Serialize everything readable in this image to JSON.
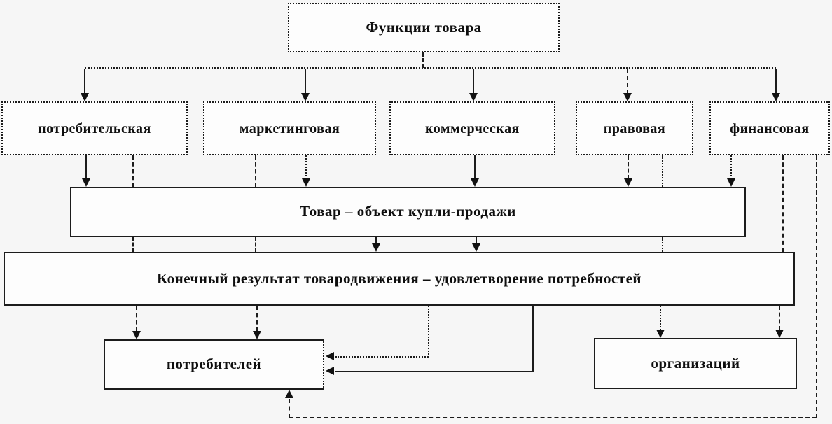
{
  "diagram": {
    "nodes": {
      "title": "Функции товара",
      "functions": [
        "потребительская",
        "маркетинговая",
        "коммерческая",
        "правовая",
        "финансовая"
      ],
      "object": "Товар – объект купли-продажи",
      "result": "Конечный результат товародвижения  – удовлетворение потребностей",
      "consumers": "потребителей",
      "organizations": "организаций"
    },
    "colors": {
      "line": "#1c1c1c",
      "text": "#0e0e0e",
      "box_fill": "#fdfdfd",
      "background": "#f6f6f6"
    }
  }
}
